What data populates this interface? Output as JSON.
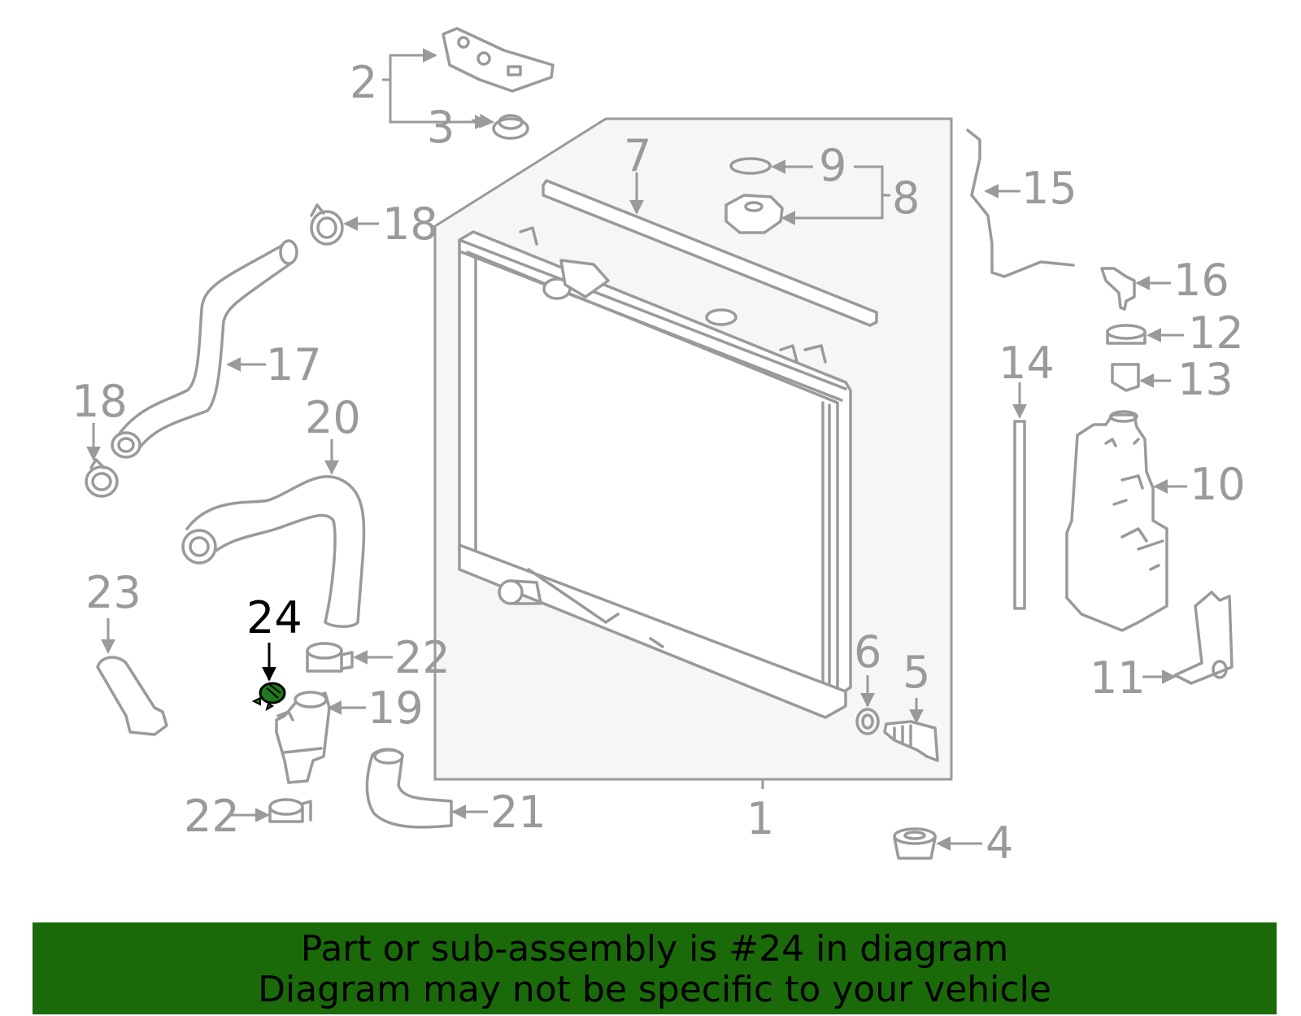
{
  "colors": {
    "part_stroke": "#9a9a9a",
    "highlight": "#1d7a1d",
    "banner_bg": "#1a6a0a",
    "assembly_bg": "#f6f6f6"
  },
  "callouts": {
    "c1": "1",
    "c2": "2",
    "c3": "3",
    "c4": "4",
    "c5": "5",
    "c6": "6",
    "c7": "7",
    "c8": "8",
    "c9": "9",
    "c10": "10",
    "c11": "11",
    "c12": "12",
    "c13": "13",
    "c14": "14",
    "c15": "15",
    "c16": "16",
    "c17": "17",
    "c18a": "18",
    "c18b": "18",
    "c19": "19",
    "c20": "20",
    "c21": "21",
    "c22a": "22",
    "c22b": "22",
    "c23": "23",
    "c24": "24"
  },
  "highlighted_part": "24",
  "banner": {
    "line1": "Part or sub-assembly is #24 in diagram",
    "line2": "Diagram may not be specific to your vehicle"
  }
}
